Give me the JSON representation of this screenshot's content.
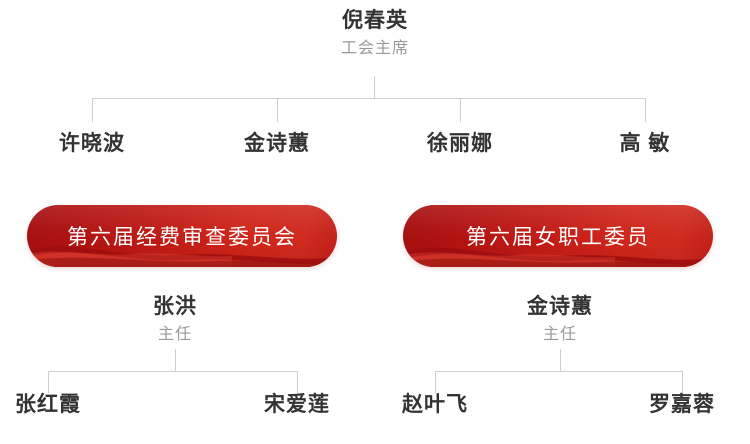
{
  "chart": {
    "type": "org-chart",
    "background_color": "#ffffff",
    "line_color": "#cfcfcf",
    "name_color": "#333333",
    "title_color": "#9a9a9a",
    "pill_color_dark": "#a50f10",
    "pill_color_light": "#d0261a",
    "pill_text_color": "#ffffff"
  },
  "root": {
    "name": "倪春英",
    "title": "工会主席"
  },
  "officers": [
    {
      "name": "许晓波"
    },
    {
      "name": "金诗蕙"
    },
    {
      "name": "徐丽娜"
    },
    {
      "name": "高 敏"
    }
  ],
  "committees": [
    {
      "banner": "第六届经费审查委员会",
      "chair": {
        "name": "张洪",
        "title": "主任"
      },
      "members": [
        {
          "name": "张红霞"
        },
        {
          "name": "宋爱莲"
        }
      ]
    },
    {
      "banner": "第六届女职工委员",
      "chair": {
        "name": "金诗蕙",
        "title": "主任"
      },
      "members": [
        {
          "name": "赵叶飞"
        },
        {
          "name": "罗嘉蓉"
        }
      ]
    }
  ]
}
